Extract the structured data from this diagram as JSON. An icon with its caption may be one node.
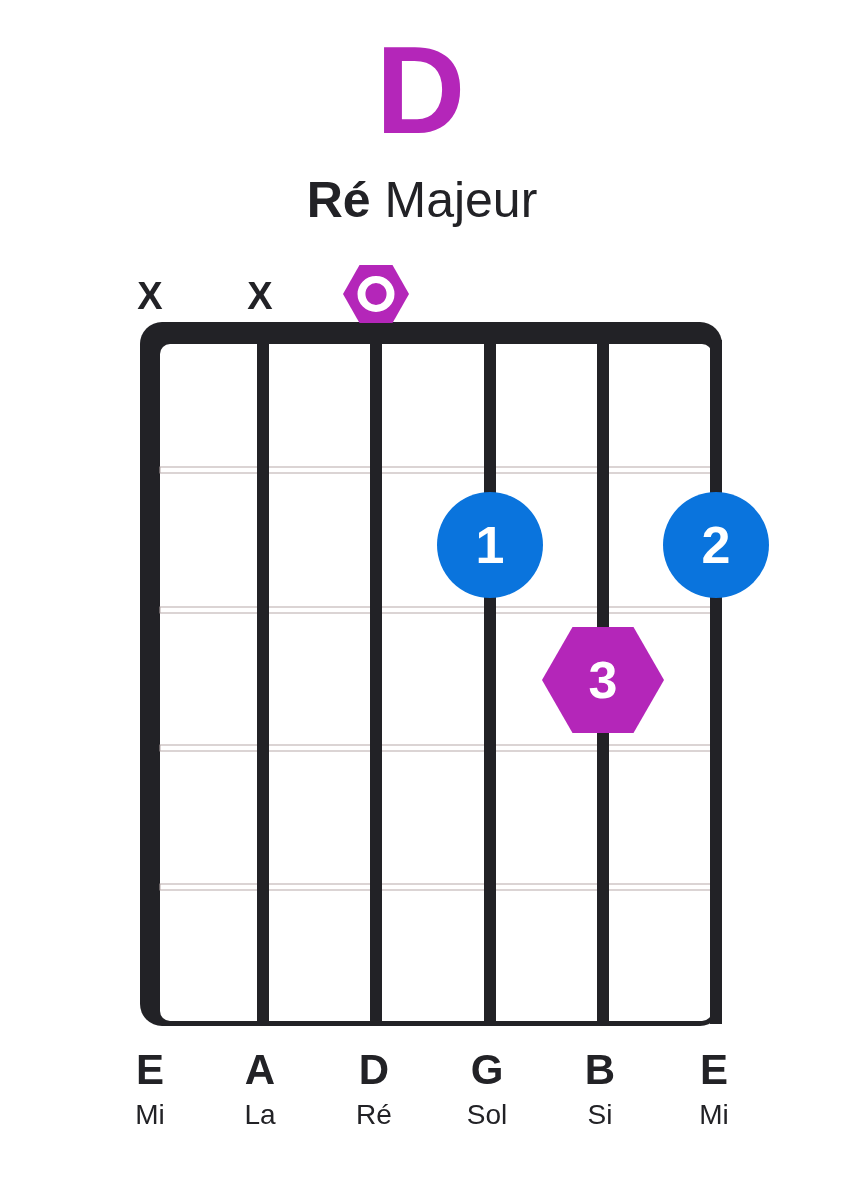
{
  "diagram": {
    "title": "D",
    "nodes": [
      {
        "text": [],
        "shape": "hexagon"
      },
      {
        "text": [
          "1"
        ]
      },
      {
        "text": [
          "2"
        ]
      },
      {
        "text": [
          "3"
        ]
      }
    ],
    "labels": [
      "**Ré** Majeur",
      "X",
      "X",
      "E",
      "A",
      "D",
      "G",
      "B",
      "E",
      "Mi",
      "La",
      "Ré",
      "Sol",
      "Si",
      "Mi"
    ]
  }
}
